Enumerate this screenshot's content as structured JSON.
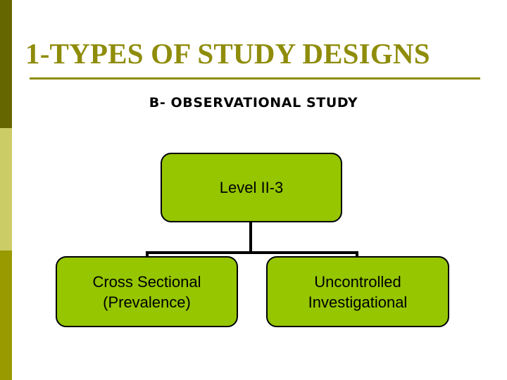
{
  "slide": {
    "title": "1-TYPES OF STUDY DESIGNS",
    "subtitle": "B- OBSERVATIONAL STUDY",
    "background_color": "#ffffff"
  },
  "accent": {
    "title_color": "#8f8c0a",
    "rule_color": "#8f8c0a",
    "node_fill": "#95c600",
    "node_border": "#000000",
    "connector_color": "#000000",
    "strip_segment_1_color": "#666600",
    "strip_segment_2_color": "#cccc66",
    "strip_segment_3_color": "#999900"
  },
  "diagram": {
    "root": {
      "label": "Level II-3"
    },
    "children": [
      {
        "label_line_1": "Cross Sectional",
        "label_line_2": "(Prevalence)"
      },
      {
        "label_line_1": "Uncontrolled",
        "label_line_2": "Investigational"
      }
    ]
  }
}
